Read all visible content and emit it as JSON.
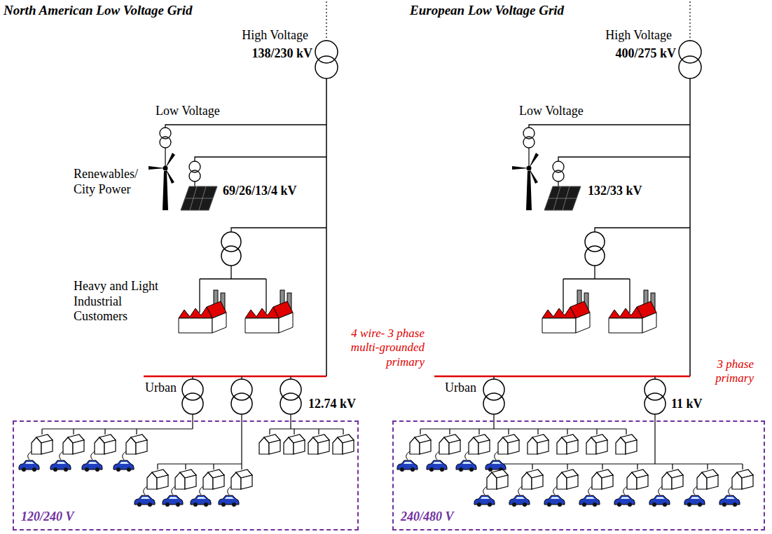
{
  "diagram": {
    "nodes": [
      {
        "text": [
          "120/240 V"
        ]
      },
      {
        "text": [
          "240/480 V"
        ]
      }
    ],
    "labels": [
      "North American Low Voltage Grid",
      "High Voltage",
      "138/230 kV",
      "Low Voltage",
      "Renewables/ City Power",
      "69/26/13/4 kV",
      "Heavy and Light Industrial Customers",
      "4 wire- 3 phase multi-grounded primary",
      "Urban",
      "12.74 kV",
      "European Low Voltage Grid",
      "High Voltage",
      "400/275 kV",
      "Low Voltage",
      "132/33 kV",
      "3 phase primary",
      "Urban",
      "11 kV"
    ]
  }
}
